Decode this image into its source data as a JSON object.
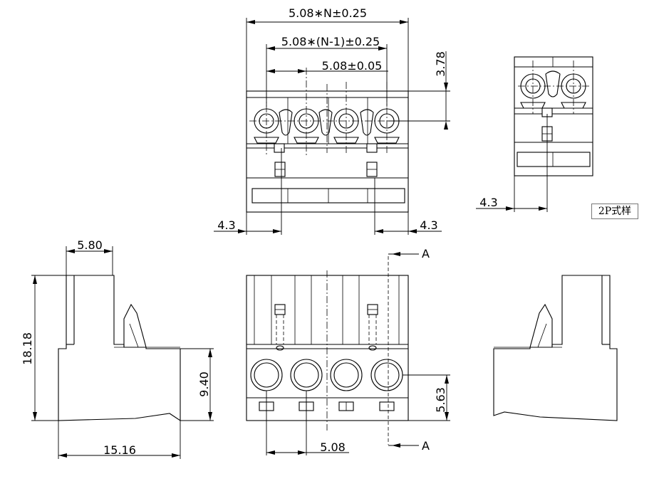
{
  "dimensions": {
    "overall_width": "5.08∗N±0.25",
    "span_width": "5.08∗(N-1)±0.25",
    "pitch_tol": "5.08±0.05",
    "top_offset": "3.78",
    "left_edge": "4.3",
    "right_edge": "4.3",
    "side_edge": "4.3",
    "side_top_width": "5.80",
    "height_total": "18.18",
    "body_height": "9.40",
    "depth": "15.16",
    "front_pitch": "5.08",
    "hole_height": "5.63"
  },
  "section_markers": {
    "top": "A",
    "bottom": "A"
  },
  "sample_badge": "2P式样"
}
